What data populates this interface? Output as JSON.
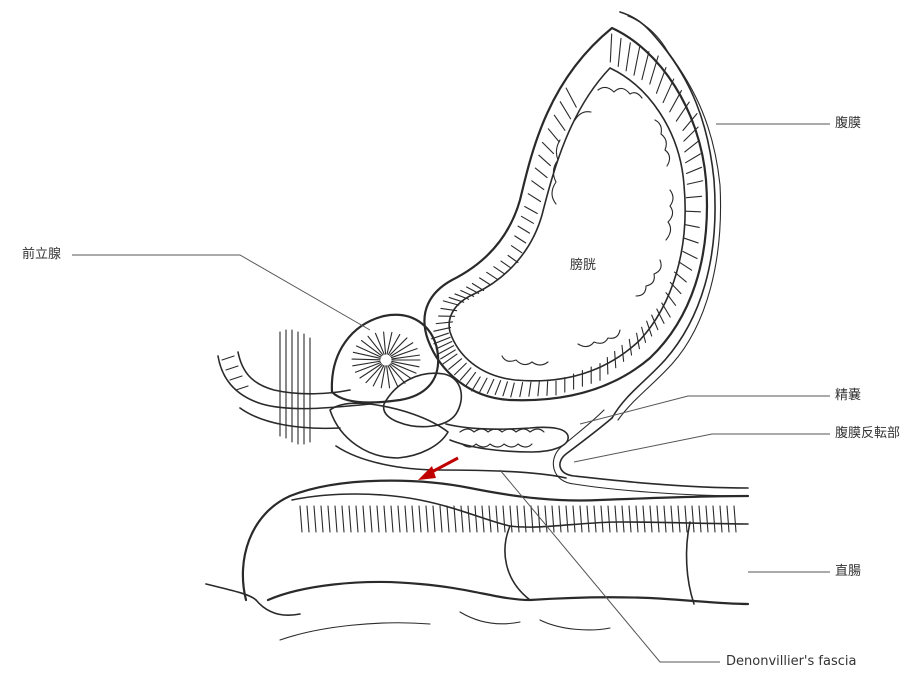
{
  "labels": {
    "peritoneum": "腹膜",
    "bladder": "膀胱",
    "prostate": "前立腺",
    "seminal_vesicle": "精嚢",
    "peritoneal_reflection": "腹膜反転部",
    "rectum": "直腸",
    "denonvillier": "Denonvillier's fascia"
  },
  "colors": {
    "ink": "#2a2a2a",
    "arrow": "#c00000"
  }
}
